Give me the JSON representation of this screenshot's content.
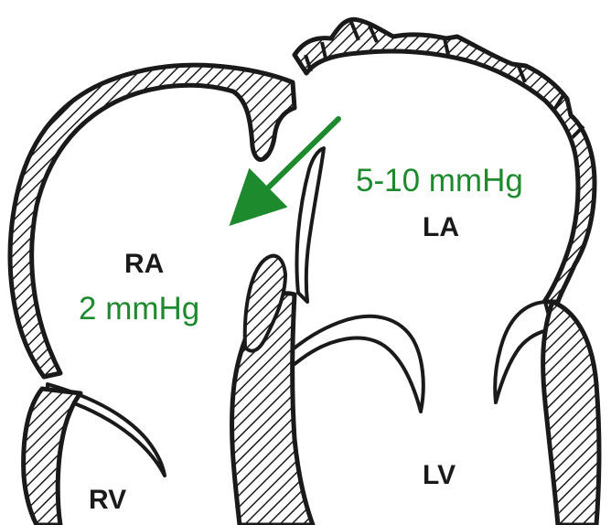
{
  "colors": {
    "outline": "#1a1a1a",
    "wall_fill": "#ffffff",
    "accent_green": "#1e8a2e",
    "label_text": "#1a1a1a"
  },
  "chambers": {
    "ra": "RA",
    "la": "LA",
    "lv": "LV",
    "rv": "RV"
  },
  "pressures": {
    "ra": "2 mmHg",
    "la": "5-10 mmHg"
  },
  "arrow": {
    "from": "LA",
    "to": "RA",
    "color": "#1e8a2e"
  }
}
